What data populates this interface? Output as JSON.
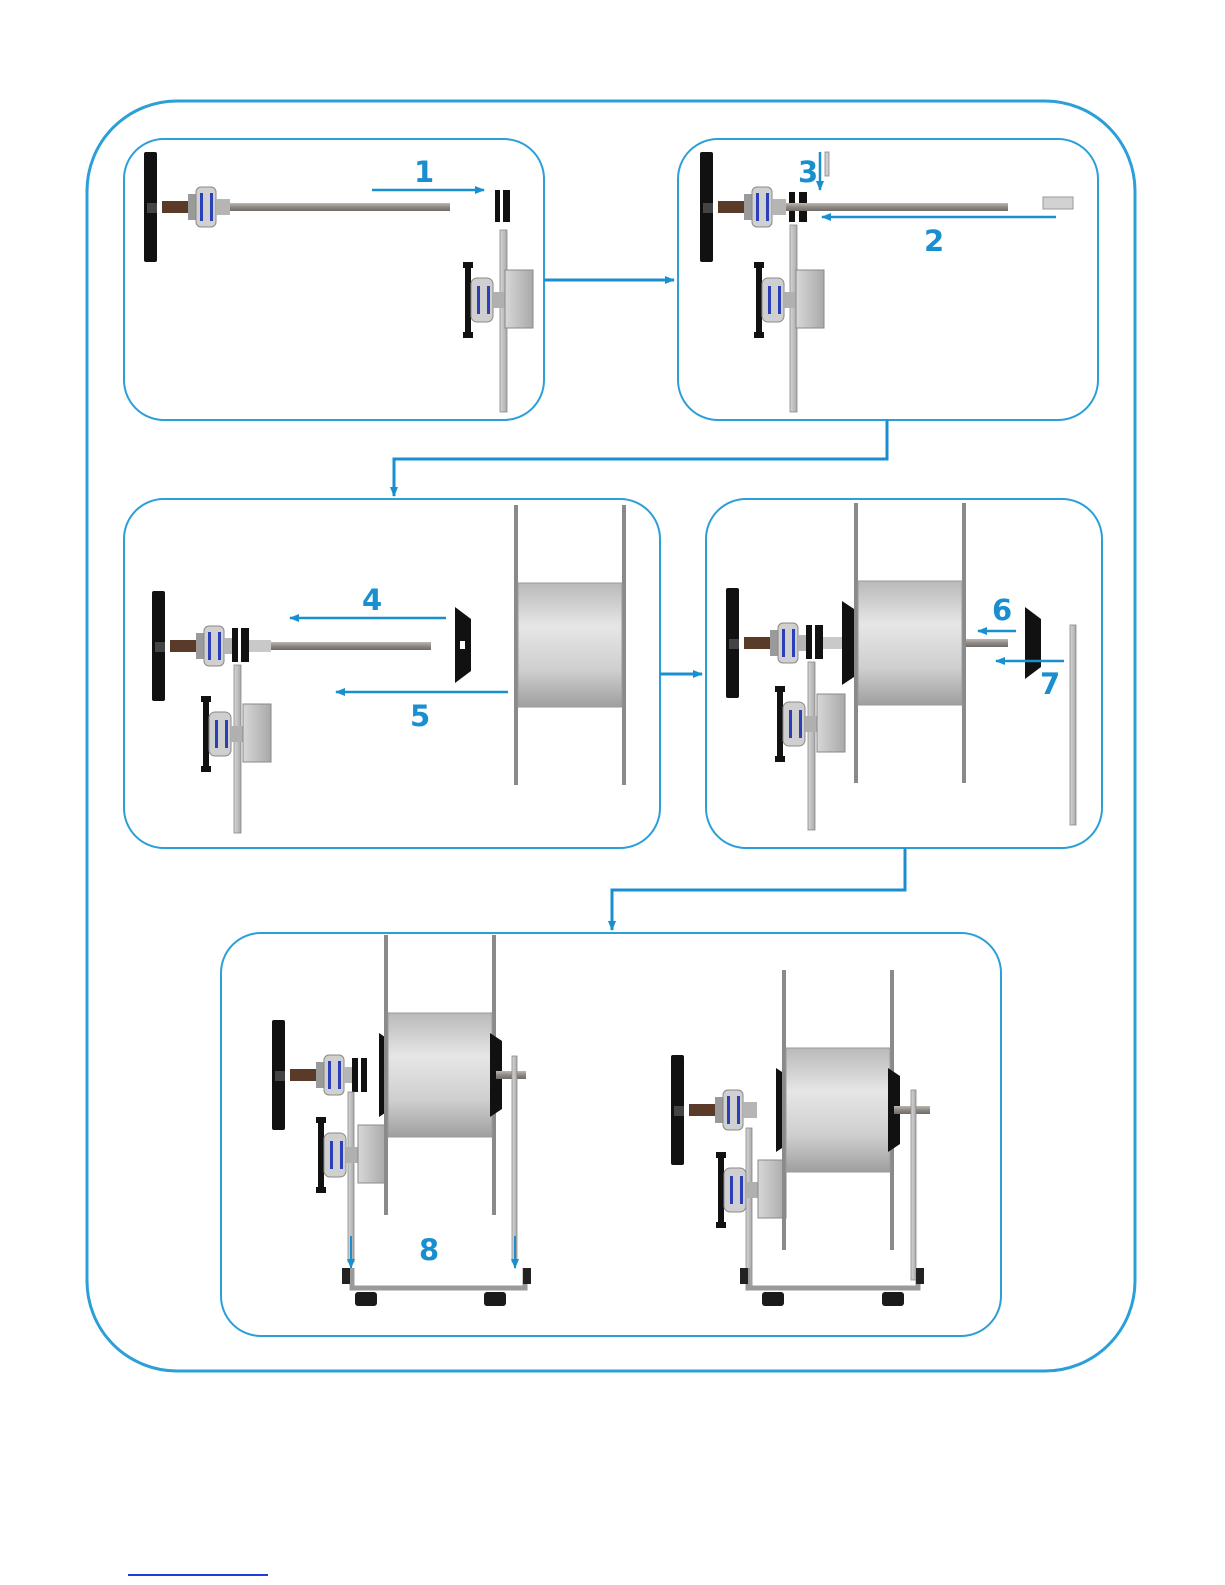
{
  "colors": {
    "frame": "#2a9fd8",
    "arrow": "#1a8fd0",
    "label": "#1a8fd0",
    "metal": "#c8c8c8",
    "metal_dark": "#8a8a8a",
    "knob": "#111111",
    "bearing_blue": "#2b3fb8",
    "thread": "#a09a95",
    "bolt_brown": "#5a3b2a",
    "footer_link": "#1f3fd6"
  },
  "steps": [
    {
      "id": "step-1",
      "label": "1"
    },
    {
      "id": "step-2",
      "label": "2"
    },
    {
      "id": "step-3",
      "label": "3"
    },
    {
      "id": "step-4",
      "label": "4"
    },
    {
      "id": "step-5",
      "label": "5"
    },
    {
      "id": "step-6",
      "label": "6"
    },
    {
      "id": "step-7",
      "label": "7"
    },
    {
      "id": "step-8",
      "label": "8"
    }
  ],
  "icons": [
    "knob-icon",
    "bearing-icon",
    "threaded-rod-icon",
    "spool-icon",
    "bracket-icon",
    "foot-icon",
    "bushing-icon"
  ]
}
